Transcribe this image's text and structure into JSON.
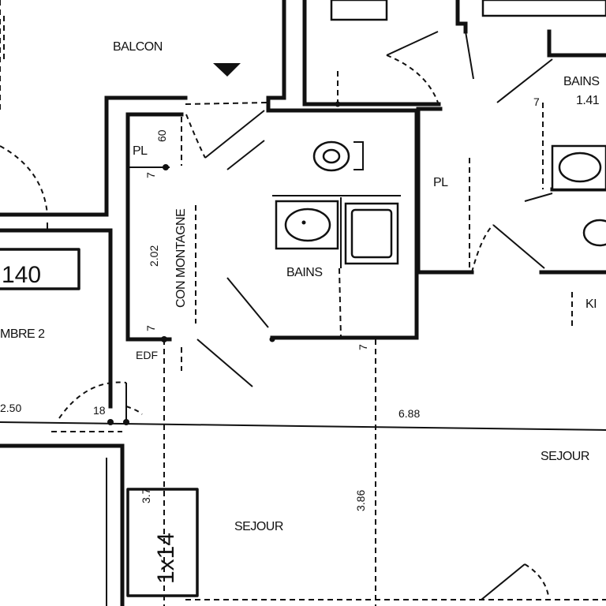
{
  "rooms": {
    "balcon": "BALCON",
    "pl_small": "PL",
    "con_montagne": "CON MONTAGNE",
    "bains_center": "BAINS",
    "pl_right": "PL",
    "bains_right": "BAINS",
    "bains_right_dim": "1.41",
    "chambre_partial": "MBRE 2",
    "edf": "EDF",
    "sejour_left": "SEJOUR",
    "sejour_right": "SEJOUR",
    "kitchen_partial": "KI"
  },
  "dimensions": {
    "d_60": "60",
    "d_7_top": "7",
    "d_202": "2.02",
    "d_7_mid": "7",
    "d_7_center": "7",
    "d_250": "2.50",
    "d_18": "18",
    "d_688": "6.88",
    "d_386": "3.86",
    "d_37": "3.7",
    "d_7_right": "7"
  },
  "annotations": {
    "handwritten_140": "140",
    "handwritten_1x14": "1x14"
  }
}
